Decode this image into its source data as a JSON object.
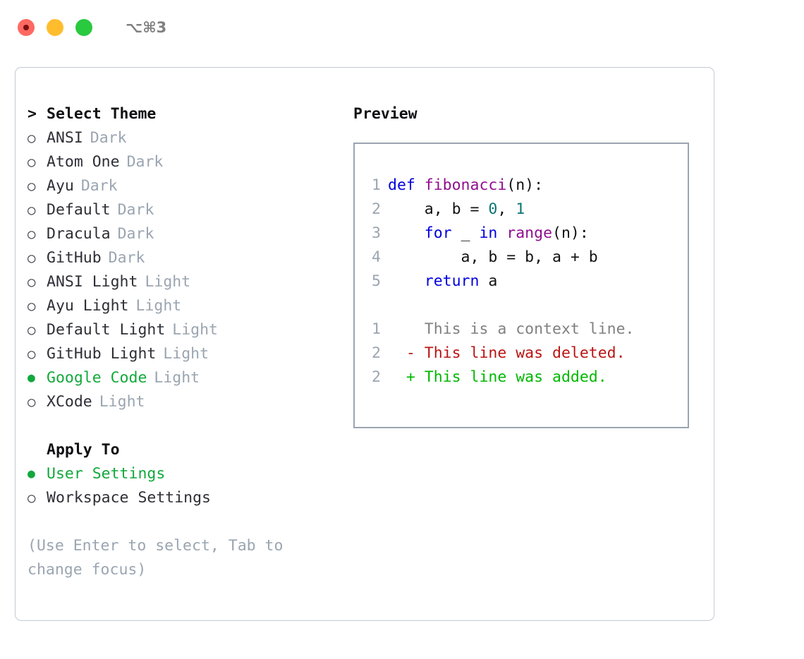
{
  "titlebar": {
    "lights": [
      {
        "name": "close",
        "color": "#ff6961"
      },
      {
        "name": "minimize",
        "color": "#ffbd2e"
      },
      {
        "name": "maximize",
        "color": "#29c940"
      }
    ],
    "shortcut": "⌥⌘3"
  },
  "theme_panel": {
    "header_marker": ">",
    "header_label": "Select Theme",
    "unselected_marker": "○",
    "selected_marker": "●",
    "selected_color": "#12a83c",
    "variant_color": "#9aa5b1",
    "items": [
      {
        "label": "ANSI",
        "variant": "Dark",
        "selected": false
      },
      {
        "label": "Atom One",
        "variant": "Dark",
        "selected": false
      },
      {
        "label": "Ayu",
        "variant": "Dark",
        "selected": false
      },
      {
        "label": "Default",
        "variant": "Dark",
        "selected": false
      },
      {
        "label": "Dracula",
        "variant": "Dark",
        "selected": false
      },
      {
        "label": "GitHub",
        "variant": "Dark",
        "selected": false
      },
      {
        "label": "ANSI Light",
        "variant": "Light",
        "selected": false
      },
      {
        "label": "Ayu Light",
        "variant": "Light",
        "selected": false
      },
      {
        "label": "Default Light",
        "variant": "Light",
        "selected": false
      },
      {
        "label": "GitHub Light",
        "variant": "Light",
        "selected": false
      },
      {
        "label": "Google Code",
        "variant": "Light",
        "selected": true
      },
      {
        "label": "XCode",
        "variant": "Light",
        "selected": false
      }
    ]
  },
  "apply_to": {
    "header_label": "Apply To",
    "items": [
      {
        "label": "User Settings",
        "selected": true
      },
      {
        "label": "Workspace Settings",
        "selected": false
      }
    ]
  },
  "hint": "(Use Enter to select, Tab to change focus)",
  "preview": {
    "title": "Preview",
    "border_color": "#9aa5b1",
    "code_lines": [
      {
        "lineno": "1",
        "tokens": [
          {
            "text": "def ",
            "kind": "kw"
          },
          {
            "text": "fibonacci",
            "kind": "fn"
          },
          {
            "text": "(n):",
            "kind": "pl"
          }
        ]
      },
      {
        "lineno": "2",
        "tokens": [
          {
            "text": "    a, b = ",
            "kind": "pl"
          },
          {
            "text": "0",
            "kind": "num"
          },
          {
            "text": ", ",
            "kind": "pl"
          },
          {
            "text": "1",
            "kind": "num"
          }
        ]
      },
      {
        "lineno": "3",
        "tokens": [
          {
            "text": "    for ",
            "kind": "kw"
          },
          {
            "text": "_ ",
            "kind": "pl"
          },
          {
            "text": "in ",
            "kind": "kw"
          },
          {
            "text": "range",
            "kind": "fn"
          },
          {
            "text": "(n):",
            "kind": "pl"
          }
        ]
      },
      {
        "lineno": "4",
        "tokens": [
          {
            "text": "        a, b = b, a + b",
            "kind": "pl"
          }
        ]
      },
      {
        "lineno": "5",
        "tokens": [
          {
            "text": "    return ",
            "kind": "kw"
          },
          {
            "text": "a",
            "kind": "pl"
          }
        ]
      }
    ],
    "diff_lines": [
      {
        "lineno": "1",
        "marker": " ",
        "text": "This is a context line.",
        "kind": "ctx"
      },
      {
        "lineno": "2",
        "marker": "-",
        "text": "This line was deleted.",
        "kind": "del"
      },
      {
        "lineno": "2",
        "marker": "+",
        "text": "This line was added.",
        "kind": "add"
      }
    ]
  }
}
